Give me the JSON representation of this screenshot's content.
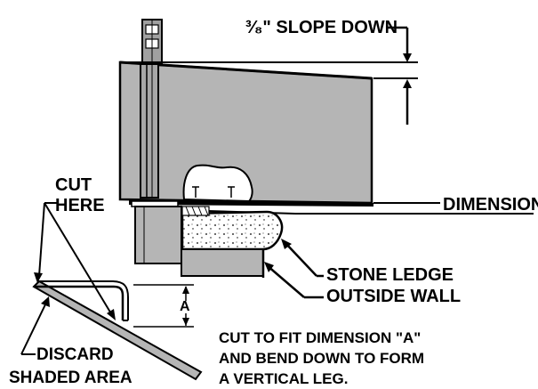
{
  "labels": {
    "slope": "³⁄₈\" SLOPE DOWN",
    "dimension_a": "DIMENSION \"A\"",
    "cut_here_line1": "CUT",
    "cut_here_line2": "HERE",
    "stone_ledge": "STONE LEDGE",
    "outside_wall": "OUTSIDE WALL",
    "discard_line1": "DISCARD",
    "discard_line2": "SHADED AREA",
    "dim_letter": "A",
    "instruction_line1": "CUT TO FIT DIMENSION \"A\"",
    "instruction_line2": "AND BEND DOWN TO FORM",
    "instruction_line3": "A VERTICAL LEG."
  },
  "colors": {
    "line": "#000000",
    "shade": "#b5b5b5",
    "shade_dark": "#9a9a9a",
    "paper": "#ffffff"
  }
}
